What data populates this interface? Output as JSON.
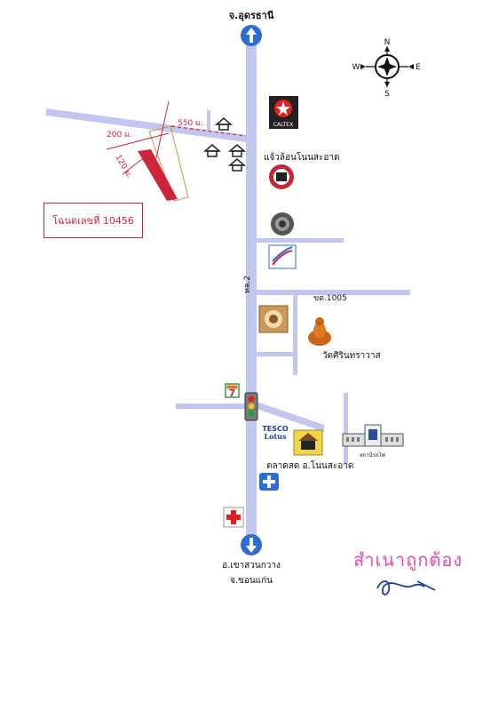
{
  "labels": {
    "north_city": "จ.อุดรธานี",
    "south_district": "อ.เขาสวนกวาง",
    "south_province": "จ.ขอนแก่น",
    "dist_550": "550 ม.",
    "dist_200": "200 ม.",
    "dist_120": "120 ม.",
    "deed": "โฉนดเลขที่ 10456",
    "jae_shop": "แจ้วล้อนโนนสะอาด",
    "highway": "ทล.2",
    "rural_road": "ขด.1005",
    "temple": "วัดศิรินทราวาส",
    "market": "ตลาดสด อ.โนนสะอาด",
    "station": "สถานีรถไฟ",
    "caltex": "CALTEX",
    "tesco_1": "TESCO",
    "tesco_2": "Lotus",
    "seven": "7",
    "stamp": "สำเนาถูกต้อง"
  },
  "compass": {
    "n": "N",
    "s": "S",
    "e": "E",
    "w": "W"
  },
  "colors": {
    "road": "#c3c6ee",
    "plot": "#d0243a",
    "pink": "#e54aa8",
    "arrow": "#2c6fd0"
  }
}
